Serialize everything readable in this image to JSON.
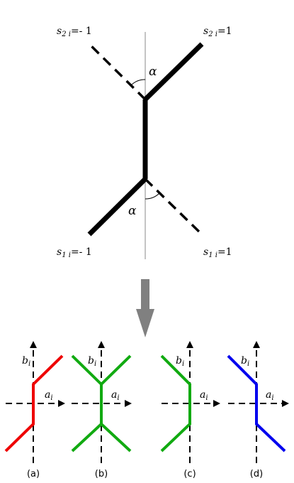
{
  "colors": {
    "arm": "#000000",
    "axis": "#888888",
    "arrow": "#808080",
    "panel_a": "#ee0000",
    "panel_b": "#11aa11",
    "panel_c": "#11aa11",
    "panel_d": "#0000ee"
  },
  "top": {
    "s2_left": {
      "var": "s",
      "sub": "2 i",
      "eq": "=- 1"
    },
    "s2_right": {
      "var": "s",
      "sub": "2 i",
      "eq": "=1"
    },
    "s1_left": {
      "var": "s",
      "sub": "1 i",
      "eq": "=- 1"
    },
    "s1_right": {
      "var": "s",
      "sub": "1 i",
      "eq": "=1"
    },
    "alpha_upper": "α",
    "alpha_lower": "α"
  },
  "panels": [
    {
      "caption": "(a)",
      "axis_b": {
        "var": "b",
        "sub": "i"
      },
      "axis_a": {
        "var": "a",
        "sub": "i"
      }
    },
    {
      "caption": "(b)",
      "axis_b": {
        "var": "b",
        "sub": "i"
      },
      "axis_a": {
        "var": "a",
        "sub": "i"
      }
    },
    {
      "caption": "(c)",
      "axis_b": {
        "var": "b",
        "sub": "i"
      },
      "axis_a": {
        "var": "a",
        "sub": "i"
      }
    },
    {
      "caption": "(d)",
      "axis_b": {
        "var": "b",
        "sub": "i"
      },
      "axis_a": {
        "var": "a",
        "sub": "i"
      }
    }
  ]
}
